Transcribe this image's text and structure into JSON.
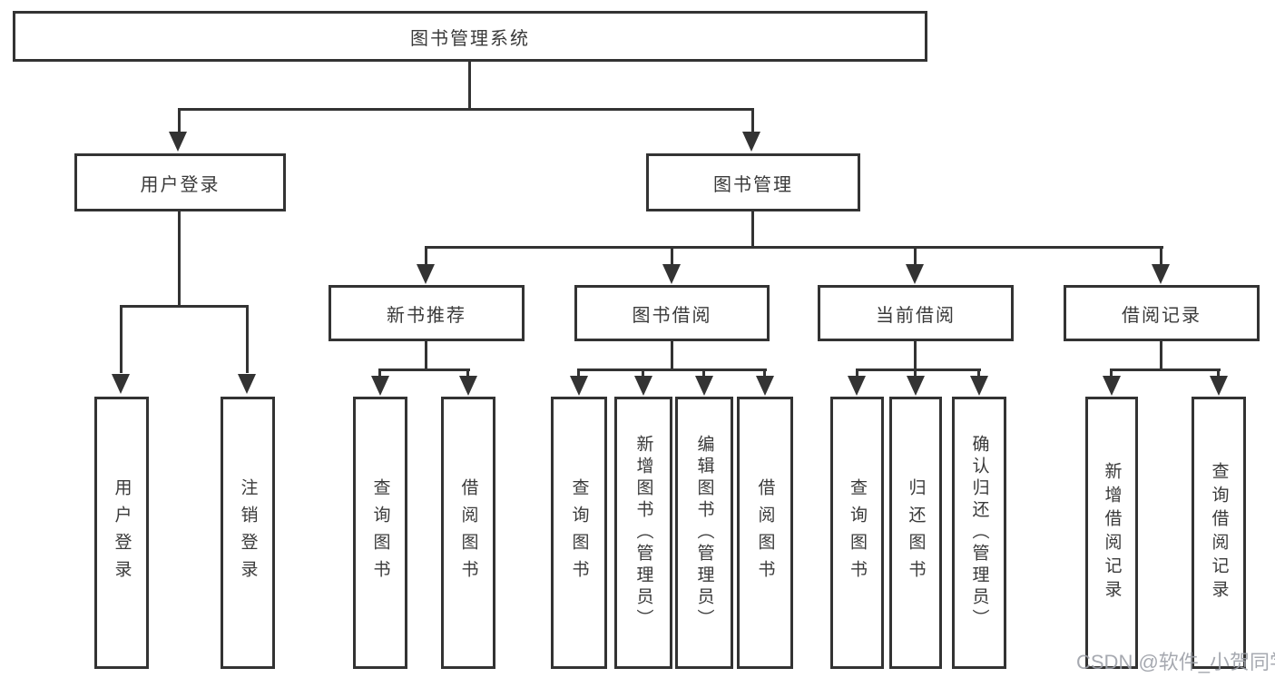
{
  "diagram": {
    "type": "hierarchy",
    "root": {
      "label": "图书管理系统"
    },
    "branches": [
      {
        "label": "用户登录",
        "children": [
          {
            "label": "用户登录"
          },
          {
            "label": "注销登录"
          }
        ]
      },
      {
        "label": "图书管理",
        "children": [
          {
            "label": "新书推荐",
            "children": [
              {
                "label": "查询图书"
              },
              {
                "label": "借阅图书"
              }
            ]
          },
          {
            "label": "图书借阅",
            "children": [
              {
                "label": "查询图书"
              },
              {
                "label": "新增图书（管理员）"
              },
              {
                "label": "编辑图书（管理员）"
              },
              {
                "label": "借阅图书"
              }
            ]
          },
          {
            "label": "当前借阅",
            "children": [
              {
                "label": "查询图书"
              },
              {
                "label": "归还图书"
              },
              {
                "label": "确认归还（管理员）"
              }
            ]
          },
          {
            "label": "借阅记录",
            "children": [
              {
                "label": "新增借阅记录"
              },
              {
                "label": "查询借阅记录"
              }
            ]
          }
        ]
      }
    ]
  },
  "watermark": {
    "text": "CSDN @软件_小贺同学"
  },
  "colors": {
    "line": "#333333",
    "text": "#3a3a3a",
    "background": "#ffffff",
    "watermark": "#9da0a8"
  }
}
